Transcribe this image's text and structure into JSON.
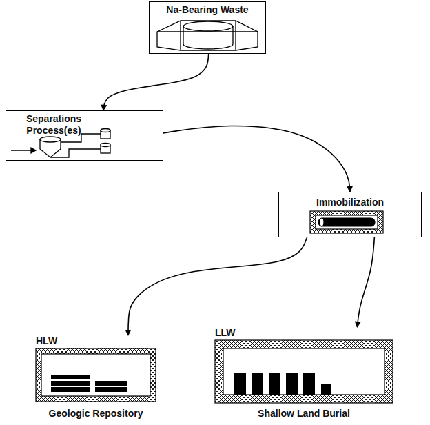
{
  "diagram": {
    "nodes": [
      {
        "text": [
          "Na-Bearing Waste"
        ]
      },
      {
        "text": [
          "Separations Process(es)"
        ]
      },
      {
        "text": [
          "Immobilization"
        ]
      },
      {
        "text": [
          "HLW",
          "Geologic Repository"
        ]
      },
      {
        "text": [
          "LLW",
          "Shallow Land Burial"
        ]
      }
    ],
    "edges": [
      {
        "from": 0,
        "to": 1,
        "arrow": "to"
      },
      {
        "from": 1,
        "to": 2,
        "arrow": "to"
      },
      {
        "from": 2,
        "to": 3,
        "arrow": "to"
      },
      {
        "from": 2,
        "to": 4,
        "arrow": "to"
      }
    ]
  }
}
